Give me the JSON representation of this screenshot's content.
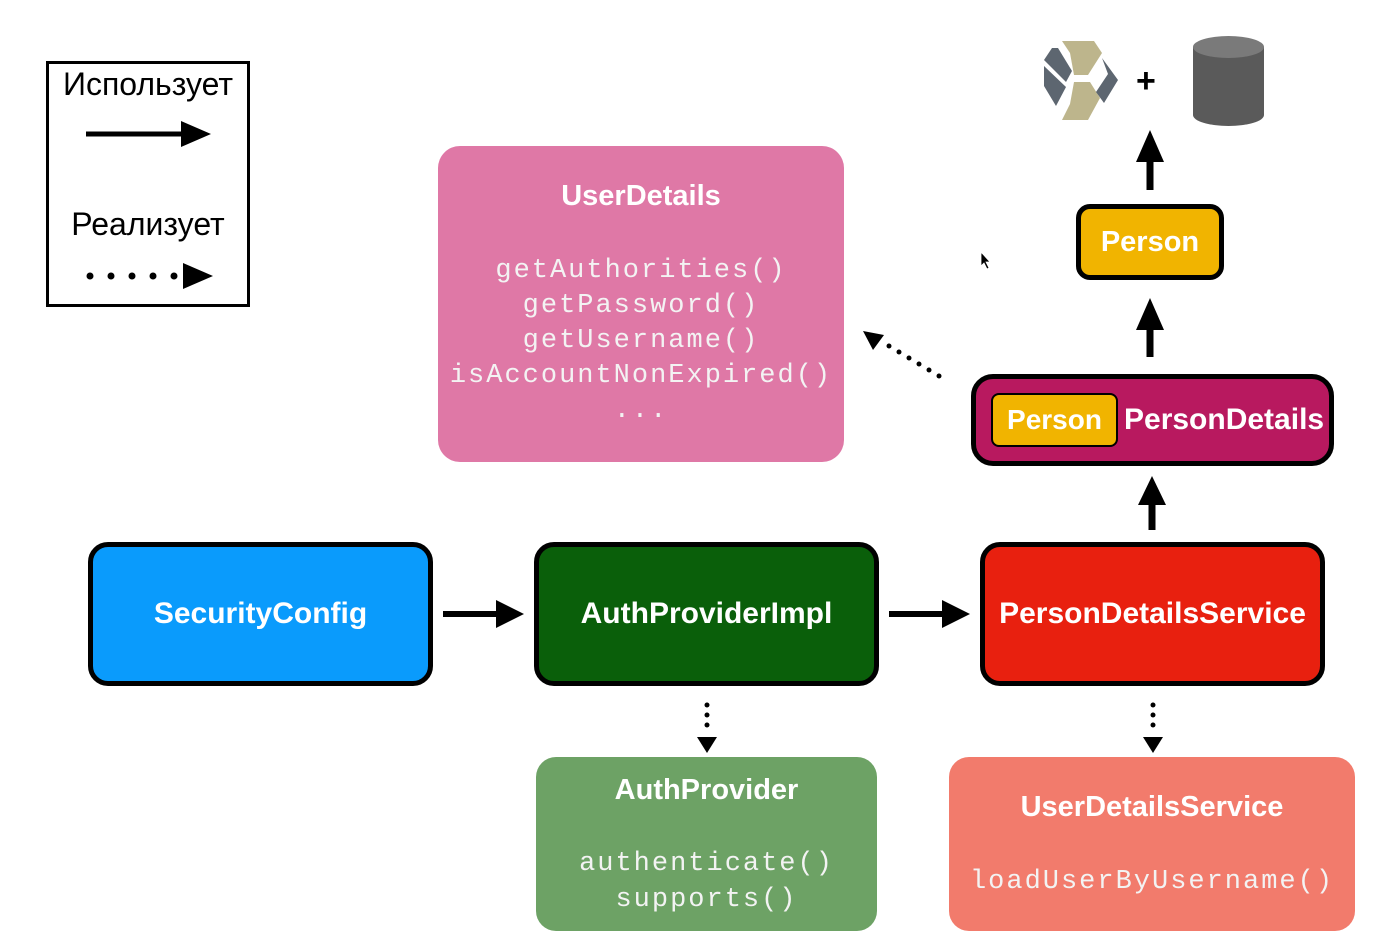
{
  "legend": {
    "uses_label": "Использует",
    "implements_label": "Реализует"
  },
  "user_details": {
    "title": "UserDetails",
    "methods": [
      "getAuthorities()",
      "getPassword()",
      "getUsername()",
      "isAccountNonExpired()",
      "..."
    ]
  },
  "auth_provider": {
    "title": "AuthProvider",
    "methods": [
      "authenticate()",
      "supports()"
    ]
  },
  "user_details_service": {
    "title": "UserDetailsService",
    "methods": [
      "loadUserByUsername()"
    ]
  },
  "nodes": {
    "security_config": "SecurityConfig",
    "auth_provider_impl": "AuthProviderImpl",
    "person_details_service": "PersonDetailsService",
    "person_details": "PersonDetails",
    "person_inner": "Person",
    "person": "Person"
  },
  "plus_sign": "+",
  "icons": [
    "hibernate-logo-icon",
    "database-cylinder-icon",
    "cursor-icon"
  ],
  "colors": {
    "security_config": "#0a9bfc",
    "auth_provider_impl": "#0a5f0a",
    "person_details_service": "#e8200f",
    "person_details": "#b8195f",
    "person": "#f1b400",
    "user_details": "#df78a6",
    "auth_provider": "#6da265",
    "user_details_service": "#f27b6c"
  }
}
